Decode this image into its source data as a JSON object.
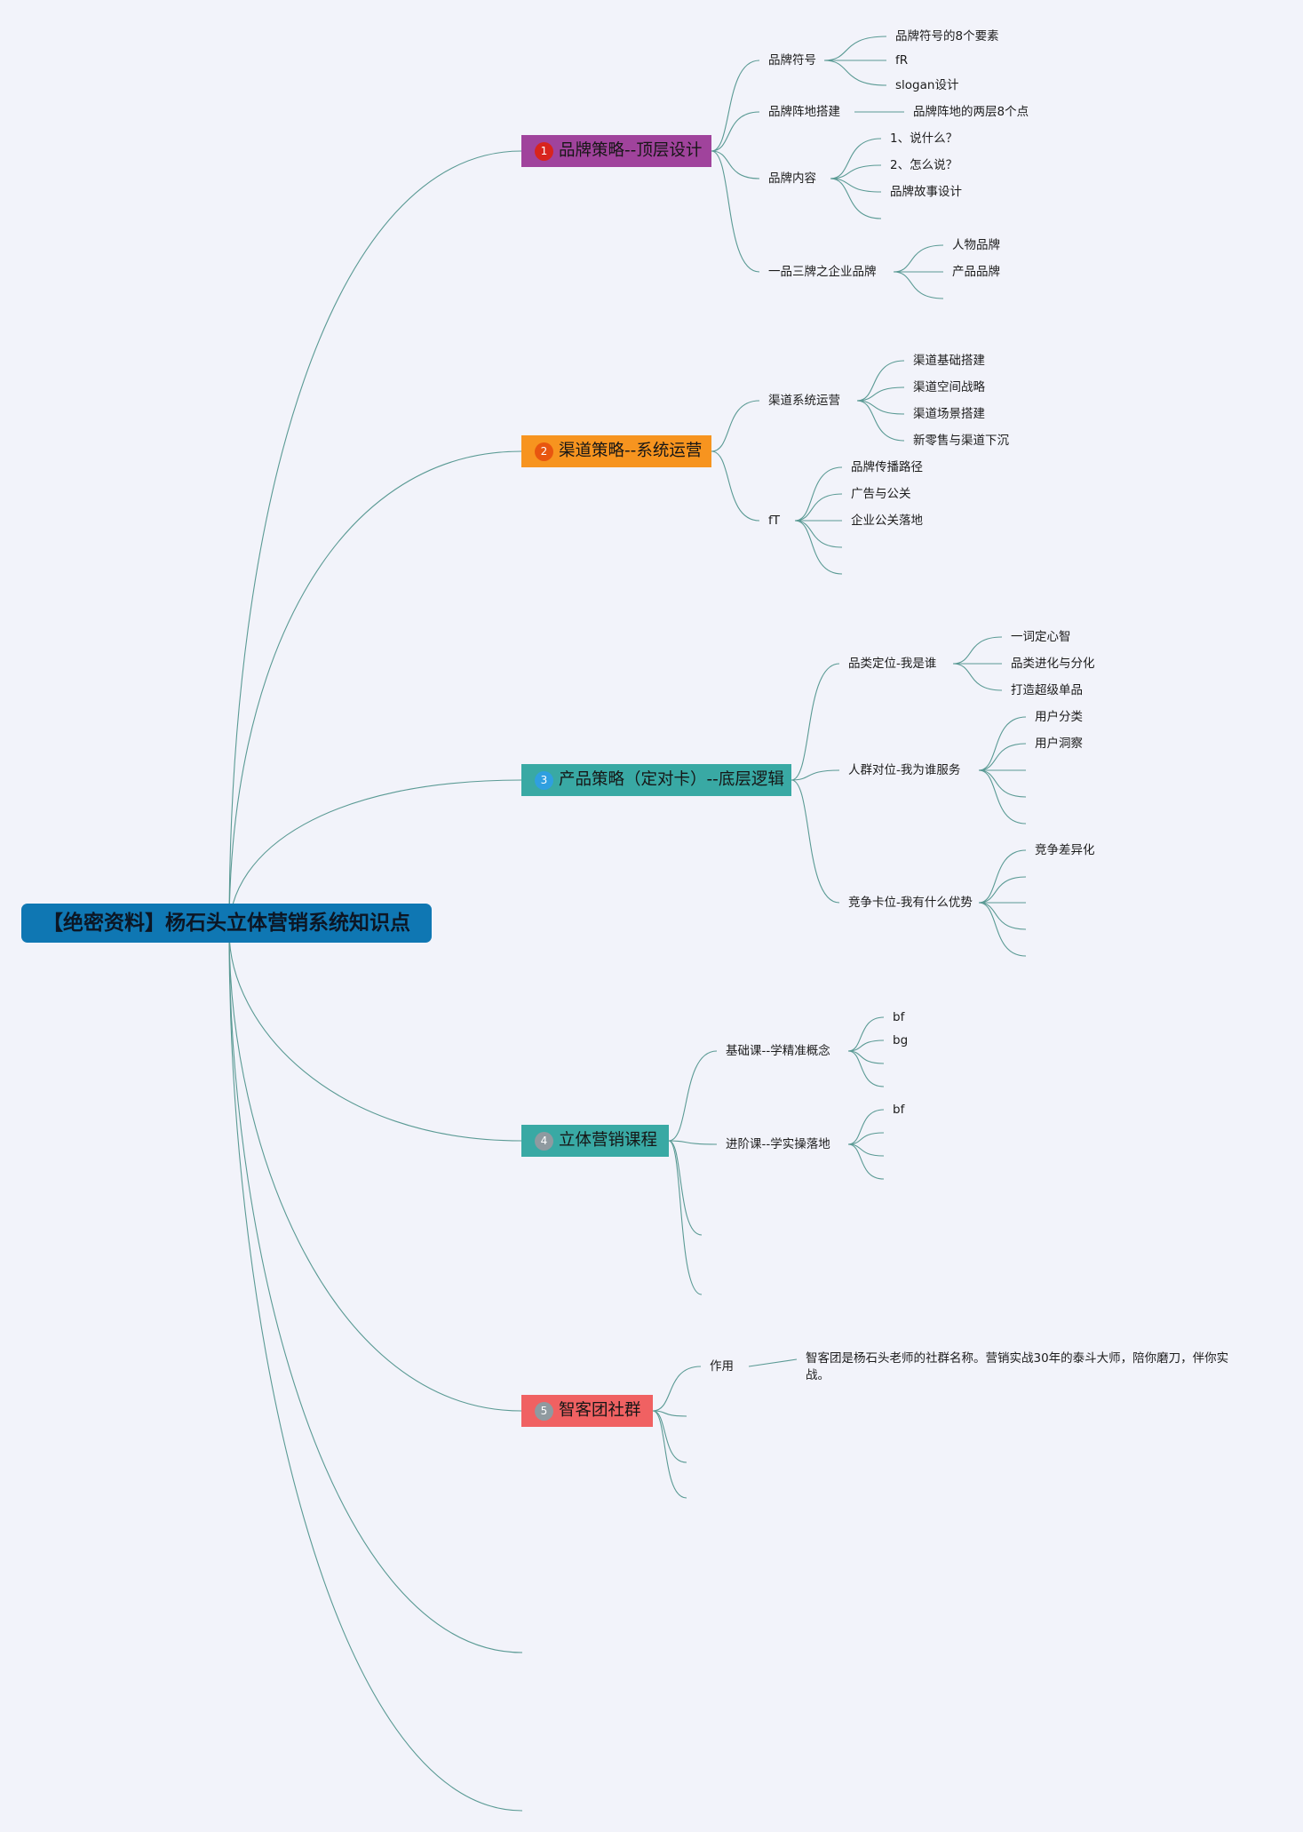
{
  "root": {
    "label": "【绝密资料】杨石头立体营销系统知识点",
    "color": "#0f77b3"
  },
  "branches": [
    {
      "number": "1",
      "label": "品牌策略--顶层设计",
      "color": "#a0439c",
      "badge_color": "#d8241d",
      "topics": [
        {
          "label": "品牌符号",
          "children": [
            "品牌符号的8个要素",
            "fR",
            "slogan设计"
          ]
        },
        {
          "label": "品牌阵地搭建",
          "children": [
            "品牌阵地的两层8个点"
          ]
        },
        {
          "label": "品牌内容",
          "children": [
            "1、说什么？",
            "2、怎么说？",
            "品牌故事设计",
            ""
          ]
        },
        {
          "label": "一品三牌之企业品牌",
          "children": [
            "人物品牌",
            "产品品牌",
            ""
          ]
        }
      ]
    },
    {
      "number": "2",
      "label": "渠道策略--系统运营",
      "color": "#f7941f",
      "badge_color": "#e8560f",
      "topics": [
        {
          "label": "渠道系统运营",
          "children": [
            "渠道基础搭建",
            "渠道空间战略",
            "渠道场景搭建",
            "新零售与渠道下沉"
          ]
        },
        {
          "label": "fT",
          "children": [
            "品牌传播路径",
            "广告与公关",
            "企业公关落地",
            "",
            ""
          ]
        }
      ]
    },
    {
      "number": "3",
      "label": "产品策略（定对卡）--底层逻辑",
      "color": "#39a9a4",
      "badge_color": "#2f9fe0",
      "topics": [
        {
          "label": "品类定位-我是谁",
          "children": [
            "一词定心智",
            "品类进化与分化",
            "打造超级单品"
          ]
        },
        {
          "label": "人群对位-我为谁服务",
          "children": [
            "用户分类",
            "用户洞察",
            "",
            "",
            ""
          ]
        },
        {
          "label": "竞争卡位-我有什么优势",
          "children": [
            "竞争差异化",
            "",
            "",
            "",
            ""
          ]
        }
      ]
    },
    {
      "number": "4",
      "label": "立体营销课程",
      "color": "#39a9a4",
      "badge_color": "#8f9aa0",
      "topics": [
        {
          "label": "基础课--学精准概念",
          "children": [
            "bf",
            "bg",
            "",
            ""
          ]
        },
        {
          "label": "进阶课--学实操落地",
          "children": [
            "bf",
            "",
            "",
            ""
          ]
        },
        {
          "label": "",
          "children": []
        },
        {
          "label": "",
          "children": []
        }
      ]
    },
    {
      "number": "5",
      "label": "智客团社群",
      "color": "#f06162",
      "badge_color": "#8f9aa0",
      "topics": [
        {
          "label": "作用",
          "children": [
            "智客团是杨石头老师的社群名称。营销实战30年的泰斗大师，陪你磨刀，伴你实战。"
          ]
        },
        {
          "label": "",
          "children": []
        },
        {
          "label": "",
          "children": []
        },
        {
          "label": "",
          "children": []
        }
      ]
    }
  ]
}
